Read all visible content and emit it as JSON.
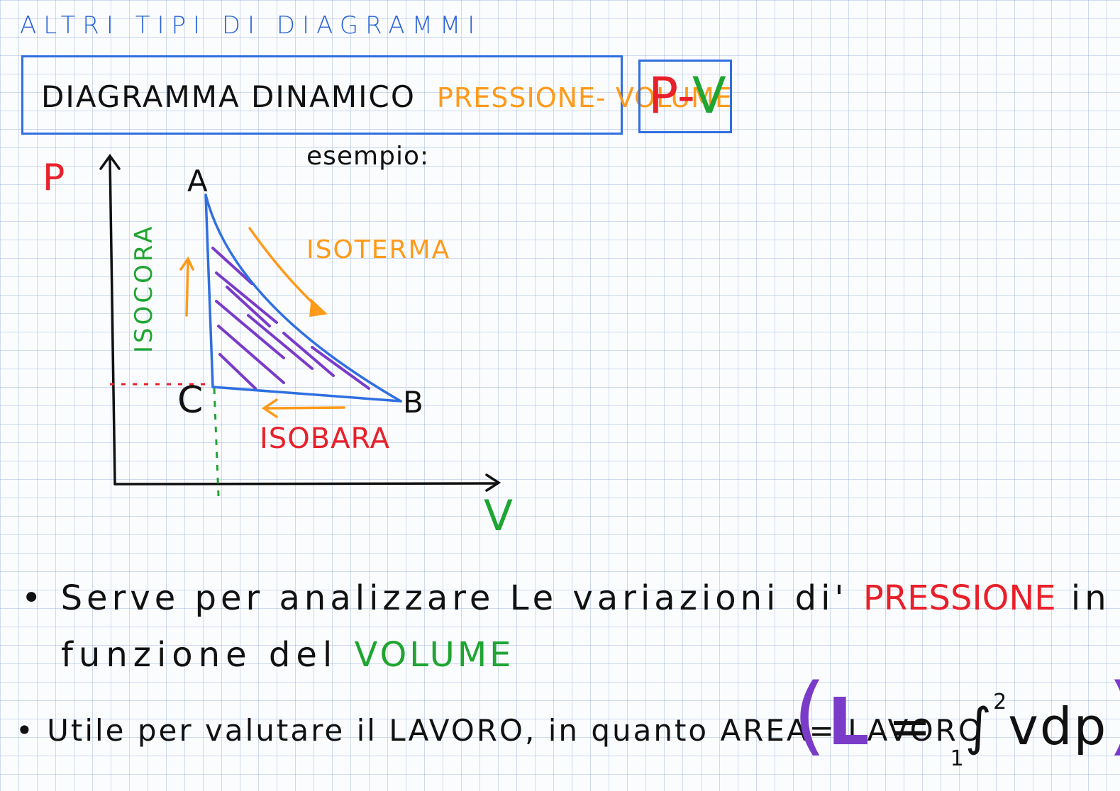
{
  "title": "ALTRI  TIPI  DI  DIAGRAMMI",
  "box": {
    "label_black": "DIAGRAMMA DINAMICO",
    "label_orange": "PRESSIONE- VOLUME",
    "pv_p": "P",
    "pv_dash": "-",
    "pv_v": "V"
  },
  "example_label": "esempio:",
  "diagram": {
    "axis_y": "P",
    "axis_x": "V",
    "point_a": "A",
    "point_b": "B",
    "point_c": "C",
    "isoterma": "ISOTERMA",
    "isocora": "ISOCORA",
    "isobara": "ISOBARA"
  },
  "bullets": {
    "b1_text": "Serve per analizzare  Le variazioni  di'",
    "b1_red": "PRESSIONE",
    "b1_tail": "in",
    "b1_line2": "funzione  del",
    "b1_green": "VOLUME",
    "b2_text": "Utile  per  valutare  il  LAVORO, in  quanto  AREA= LAVORO"
  },
  "formula": {
    "open": "(",
    "L": "L",
    "eq": " = ",
    "lower": "1",
    "integral": "∫",
    "upper": "2",
    "integrand": "vdp",
    "close": ")"
  },
  "colors": {
    "blue": "#2f6fe0",
    "orange": "#ff9a1a",
    "red": "#e8202a",
    "green": "#1fa531",
    "purple": "#7a3bc8"
  }
}
